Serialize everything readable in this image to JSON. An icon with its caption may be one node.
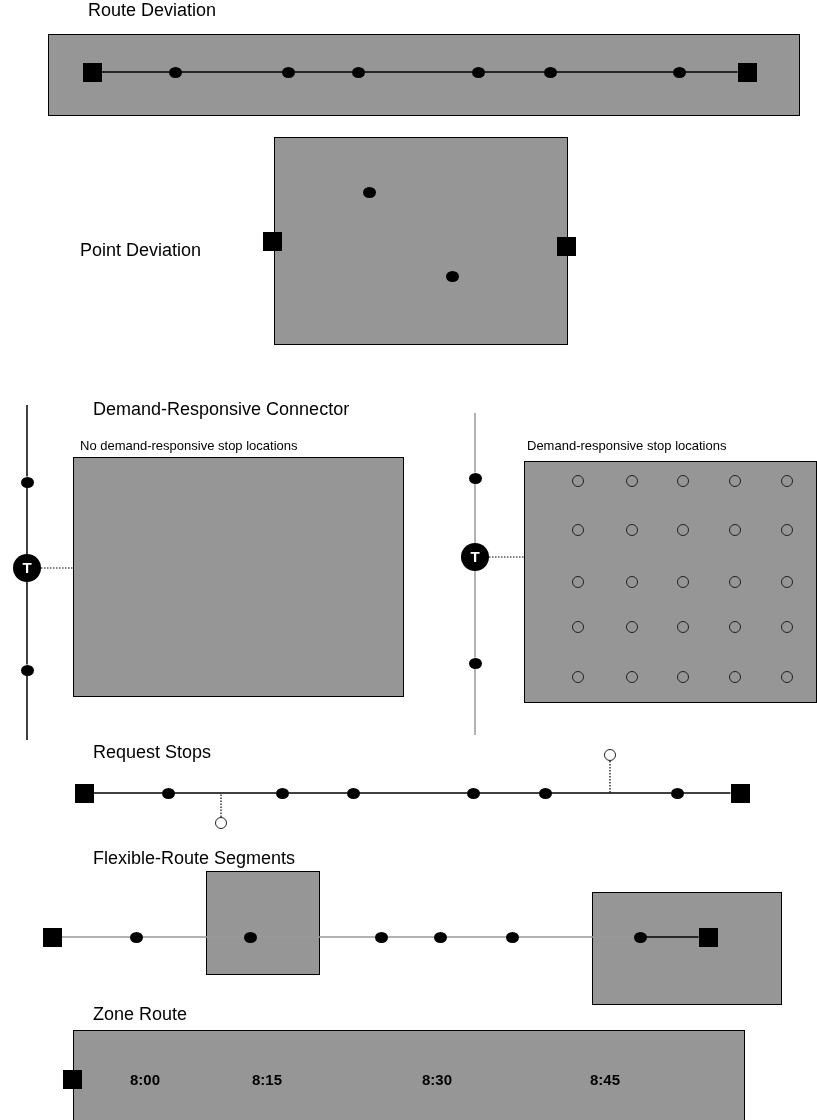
{
  "diagram": {
    "nodes": [
      {
        "text": [
          "Route Deviation"
        ]
      },
      {
        "text": [],
        "shape": "square",
        "in": 0
      },
      {
        "text": [],
        "shape": "dot",
        "in": 0
      },
      {
        "text": [],
        "shape": "dot",
        "in": 0
      },
      {
        "text": [],
        "shape": "dot",
        "in": 0
      },
      {
        "text": [],
        "shape": "dot",
        "in": 0
      },
      {
        "text": [],
        "shape": "dot",
        "in": 0
      },
      {
        "text": [],
        "shape": "dot",
        "in": 0
      },
      {
        "text": [],
        "shape": "square",
        "in": 0
      },
      {
        "text": [],
        "shape": "box"
      },
      {
        "text": [],
        "shape": "square"
      },
      {
        "text": [],
        "shape": "dot",
        "in": 9
      },
      {
        "text": [],
        "shape": "dot",
        "in": 9
      },
      {
        "text": [],
        "shape": "square"
      },
      {
        "text": [],
        "shape": "dot"
      },
      {
        "text": [
          "T"
        ]
      },
      {
        "text": [],
        "shape": "dot"
      },
      {
        "text": [
          "No demand-responsive stop locations"
        ]
      },
      {
        "text": [],
        "shape": "dot"
      },
      {
        "text": [
          "T"
        ]
      },
      {
        "text": [],
        "shape": "dot"
      },
      {
        "text": [
          "Demand-responsive stop locations"
        ]
      },
      {
        "text": [],
        "shape": "circle",
        "in": 21
      },
      {
        "text": [],
        "shape": "circle",
        "in": 21
      },
      {
        "text": [],
        "shape": "circle",
        "in": 21
      },
      {
        "text": [],
        "shape": "circle",
        "in": 21
      },
      {
        "text": [],
        "shape": "circle",
        "in": 21
      },
      {
        "text": [],
        "shape": "circle",
        "in": 21
      },
      {
        "text": [],
        "shape": "circle",
        "in": 21
      },
      {
        "text": [],
        "shape": "circle",
        "in": 21
      },
      {
        "text": [],
        "shape": "circle",
        "in": 21
      },
      {
        "text": [],
        "shape": "circle",
        "in": 21
      },
      {
        "text": [],
        "shape": "circle",
        "in": 21
      },
      {
        "text": [],
        "shape": "circle",
        "in": 21
      },
      {
        "text": [],
        "shape": "circle",
        "in": 21
      },
      {
        "text": [],
        "shape": "circle",
        "in": 21
      },
      {
        "text": [],
        "shape": "circle",
        "in": 21
      },
      {
        "text": [],
        "shape": "circle",
        "in": 21
      },
      {
        "text": [],
        "shape": "circle",
        "in": 21
      },
      {
        "text": [],
        "shape": "circle",
        "in": 21
      },
      {
        "text": [],
        "shape": "circle",
        "in": 21
      },
      {
        "text": [],
        "shape": "circle",
        "in": 21
      },
      {
        "text": [],
        "shape": "circle",
        "in": 21
      },
      {
        "text": [],
        "shape": "circle",
        "in": 21
      },
      {
        "text": [],
        "shape": "circle",
        "in": 21
      },
      {
        "text": [],
        "shape": "circle",
        "in": 21
      },
      {
        "text": [],
        "shape": "circle",
        "in": 21
      },
      {
        "text": [],
        "shape": "square"
      },
      {
        "text": [],
        "shape": "dot"
      },
      {
        "text": [],
        "shape": "dot"
      },
      {
        "text": [],
        "shape": "dot"
      },
      {
        "text": [],
        "shape": "dot"
      },
      {
        "text": [],
        "shape": "dot"
      },
      {
        "text": [],
        "shape": "dot"
      },
      {
        "text": [],
        "shape": "square"
      },
      {
        "text": [],
        "shape": "circle"
      },
      {
        "text": [],
        "shape": "circle"
      },
      {
        "text": [],
        "shape": "box"
      },
      {
        "text": [],
        "shape": "box"
      },
      {
        "text": [],
        "shape": "square"
      },
      {
        "text": [],
        "shape": "dot"
      },
      {
        "text": [],
        "shape": "dot",
        "in": 57
      },
      {
        "text": [],
        "shape": "dot"
      },
      {
        "text": [],
        "shape": "dot"
      },
      {
        "text": [],
        "shape": "dot"
      },
      {
        "text": [],
        "shape": "dot",
        "in": 58
      },
      {
        "text": [],
        "shape": "square",
        "in": 58
      },
      {
        "text": [
          "Zone Route"
        ]
      },
      {
        "text": [],
        "shape": "square"
      }
    ],
    "edges": [
      {
        "from": 1,
        "to": 2,
        "arrow": "none"
      },
      {
        "from": 2,
        "to": 3,
        "arrow": "none"
      },
      {
        "from": 3,
        "to": 4,
        "arrow": "none"
      },
      {
        "from": 4,
        "to": 5,
        "arrow": "none"
      },
      {
        "from": 5,
        "to": 6,
        "arrow": "none"
      },
      {
        "from": 6,
        "to": 7,
        "arrow": "none"
      },
      {
        "from": 7,
        "to": 8,
        "arrow": "none"
      },
      {
        "from": null,
        "to": 14,
        "arrow": "none"
      },
      {
        "from": 14,
        "to": 15,
        "arrow": "none"
      },
      {
        "from": 15,
        "to": 16,
        "arrow": "none"
      },
      {
        "from": 16,
        "to": null,
        "arrow": "none"
      },
      {
        "from": 15,
        "to": 17,
        "arrow": "none",
        "style": "dashed"
      },
      {
        "from": null,
        "to": 18,
        "arrow": "none",
        "color": "#999999"
      },
      {
        "from": 18,
        "to": 19,
        "arrow": "none",
        "color": "#999999"
      },
      {
        "from": 19,
        "to": 20,
        "arrow": "none",
        "color": "#999999"
      },
      {
        "from": 20,
        "to": null,
        "arrow": "none",
        "color": "#999999"
      },
      {
        "from": 19,
        "to": 21,
        "arrow": "none",
        "style": "dashed"
      },
      {
        "from": 47,
        "to": 48,
        "arrow": "none"
      },
      {
        "from": 48,
        "to": 49,
        "arrow": "none"
      },
      {
        "from": 49,
        "to": 50,
        "arrow": "none"
      },
      {
        "from": 50,
        "to": 51,
        "arrow": "none"
      },
      {
        "from": 51,
        "to": 52,
        "arrow": "none"
      },
      {
        "from": 52,
        "to": 53,
        "arrow": "none"
      },
      {
        "from": 53,
        "to": 54,
        "arrow": "none"
      },
      {
        "from": 55,
        "to": null,
        "arrow": "none",
        "style": "dashed"
      },
      {
        "from": 56,
        "to": null,
        "arrow": "none",
        "style": "dashed"
      },
      {
        "from": 59,
        "to": 60,
        "arrow": "none",
        "color": "#999999"
      },
      {
        "from": 60,
        "to": 61,
        "arrow": "none",
        "color": "#999999"
      },
      {
        "from": 61,
        "to": 62,
        "arrow": "none",
        "color": "#999999"
      },
      {
        "from": 62,
        "to": 63,
        "arrow": "none",
        "color": "#999999"
      },
      {
        "from": 63,
        "to": 64,
        "arrow": "none",
        "color": "#999999"
      },
      {
        "from": 64,
        "to": 65,
        "arrow": "none",
        "color": "#999999"
      },
      {
        "from": 65,
        "to": 66,
        "arrow": "none"
      }
    ],
    "labels": [
      "Point Deviation",
      "Demand-Responsive Connector",
      "Request Stops",
      "Flexible-Route Segments",
      "8:00",
      "8:15",
      "8:30",
      "8:45"
    ]
  }
}
